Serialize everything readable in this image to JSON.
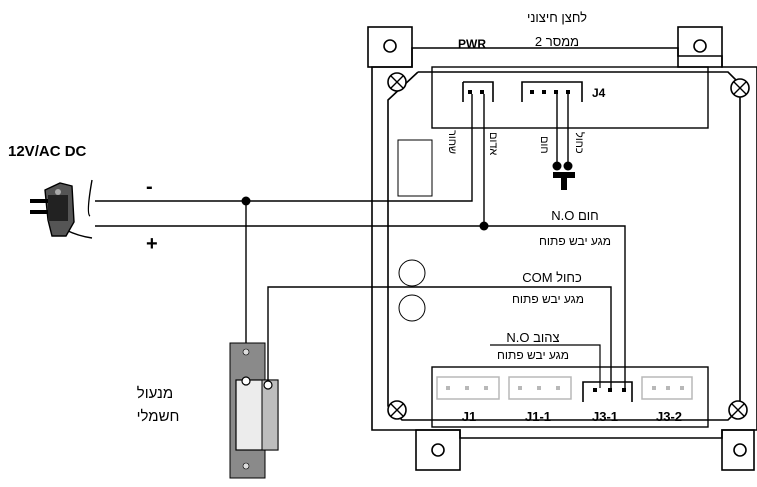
{
  "labels": {
    "supply": "12V/AC DC",
    "minus": "-",
    "plus": "+",
    "pwr": "PWR",
    "j4": "J4",
    "button_line1": "לחצן חיצוני",
    "button_line2": "ממסר 2",
    "wire_black": "שחור",
    "wire_red": "אדום",
    "wire_brown": "חום",
    "wire_blue": "כחול",
    "no_brown_line1": "N.O  חום",
    "no_brown_line2": "מגע יבש פתוח",
    "com_blue_line1": "COM כחול",
    "com_blue_line2": "מגע יבש פתוח",
    "no_yellow_line1": "N.O צהוב",
    "no_yellow_line2": "מגע יבש פתוח",
    "lock_line1": "מנעול",
    "lock_line2": "חשמלי",
    "j1": "J1",
    "j1_1": "J1-1",
    "j3_1": "J3-1",
    "j3_2": "J3-2"
  },
  "colors": {
    "line": "#000000",
    "plate": "#c8c8c8",
    "connector_gray": "#b8b8b8"
  }
}
